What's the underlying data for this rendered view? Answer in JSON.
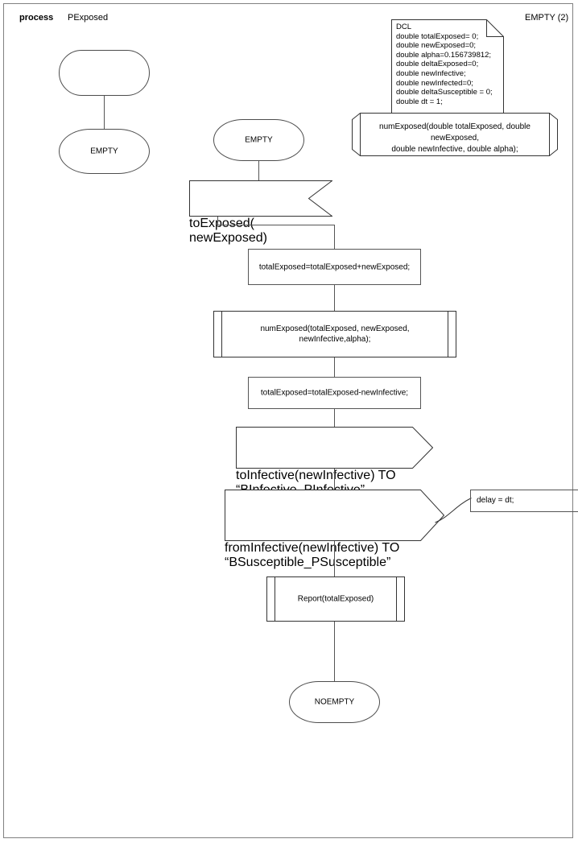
{
  "diagram": {
    "type": "sdl-process-diagram",
    "header": {
      "keyword": "process",
      "name": "PExposed",
      "page_label": "EMPTY (2)"
    },
    "dcl_note": {
      "name": "dcl-declaration-note",
      "text": "DCL\ndouble totalExposed= 0;\ndouble newExposed=0;\ndouble alpha=0.156739812;\ndouble deltaExposed=0;\ndouble newInfective;\ndouble newInfected=0;\ndouble deltaSusceptible = 0;\ndouble dt = 1;",
      "declarations": [
        "DCL",
        "double totalExposed= 0;",
        "double newExposed=0;",
        "double alpha=0.156739812;",
        "double deltaExposed=0;",
        "double newInfective;",
        "double newInfected=0;",
        "double deltaSusceptible = 0;",
        "double dt = 1;"
      ]
    },
    "procedure_declaration": {
      "name": "procedure-declaration-numExposed",
      "text": "numExposed(double totalExposed, double newExposed,\ndouble newInfective, double alpha);"
    },
    "left_branch": {
      "start_symbol_label": "",
      "state_label": "EMPTY"
    },
    "main_flow": [
      {
        "id": "state-empty",
        "kind": "state",
        "label": "EMPTY"
      },
      {
        "id": "input-toExposed",
        "kind": "input",
        "label": "toExposed( newExposed)"
      },
      {
        "id": "task-add",
        "kind": "task",
        "label": "totalExposed=totalExposed+newExposed;"
      },
      {
        "id": "proc-numExposed",
        "kind": "procedure-call",
        "label": "numExposed(totalExposed, newExposed,\nnewInfective,alpha);"
      },
      {
        "id": "task-sub",
        "kind": "task",
        "label": "totalExposed=totalExposed-newInfective;"
      },
      {
        "id": "output-toInfective",
        "kind": "output",
        "label": "toInfective(newInfective) TO “BInfective_PInfective”"
      },
      {
        "id": "output-fromInfective",
        "kind": "output",
        "label": "fromInfective(newInfective) TO “BSusceptible_PSusceptible”"
      },
      {
        "id": "proc-report",
        "kind": "procedure-call",
        "label": "Report(totalExposed)"
      },
      {
        "id": "state-noempty",
        "kind": "state",
        "label": "NOEMPTY"
      }
    ],
    "comment": {
      "name": "delay-comment",
      "text": "delay = dt;"
    },
    "colors": {
      "stroke": "#555555",
      "stroke_dark": "#333333",
      "background": "#ffffff",
      "text": "#000000",
      "frame": "#808080"
    }
  }
}
